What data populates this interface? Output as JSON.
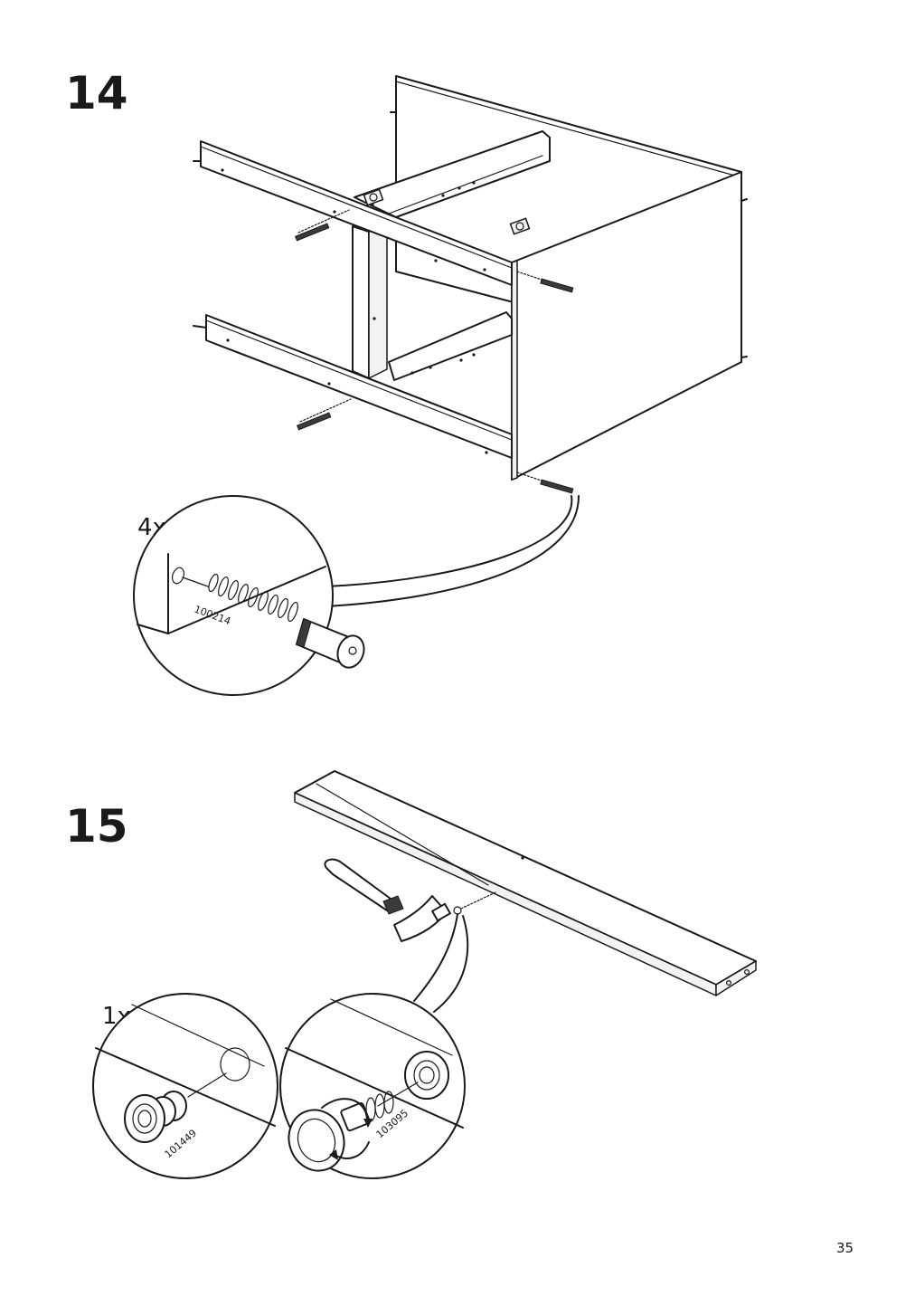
{
  "steps": [
    {
      "number": "14",
      "quantity": "4x",
      "part_number": "100214"
    },
    {
      "number": "15",
      "quantity": "1x",
      "part_numbers": [
        "101449",
        "103095"
      ]
    }
  ],
  "page_number": "35",
  "icons": [
    "cam-lock-screw-icon",
    "hammer-icon",
    "rotate-arrow-icon",
    "bumper-plug-icon"
  ]
}
